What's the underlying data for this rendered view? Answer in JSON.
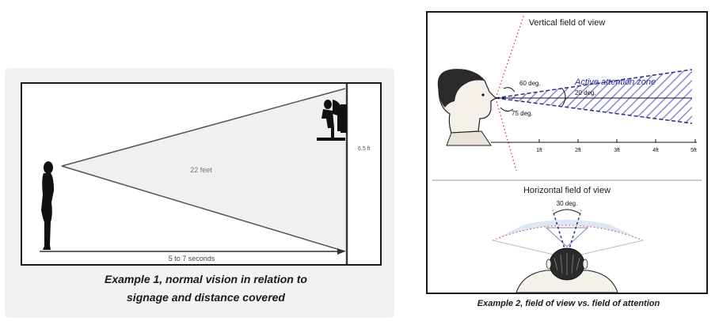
{
  "example1": {
    "distance_label": "22 feet",
    "time_label": "5 to 7 seconds",
    "height_label": "6.5 ft",
    "caption_line1": "Example 1, normal vision in relation to",
    "caption_line2": "signage and distance covered"
  },
  "example2": {
    "vertical_title": "Vertical field of view",
    "angle_60": "60 deg.",
    "angle_20": "20 deg.",
    "angle_75": "75 deg.",
    "attention_label": "Active attention zone",
    "ticks": [
      "1ft",
      "2ft",
      "3ft",
      "4ft",
      "5ft"
    ],
    "horizontal_title": "Horizontal field of view",
    "angle_30": "30 deg.",
    "caption": "Example 2, field of view vs. field of attention"
  },
  "colors": {
    "attention": "#2c2a8c",
    "fov_red": "#d43a3a",
    "hatch": "#8a88d6",
    "horizontal_fill": "#dde6f5"
  }
}
